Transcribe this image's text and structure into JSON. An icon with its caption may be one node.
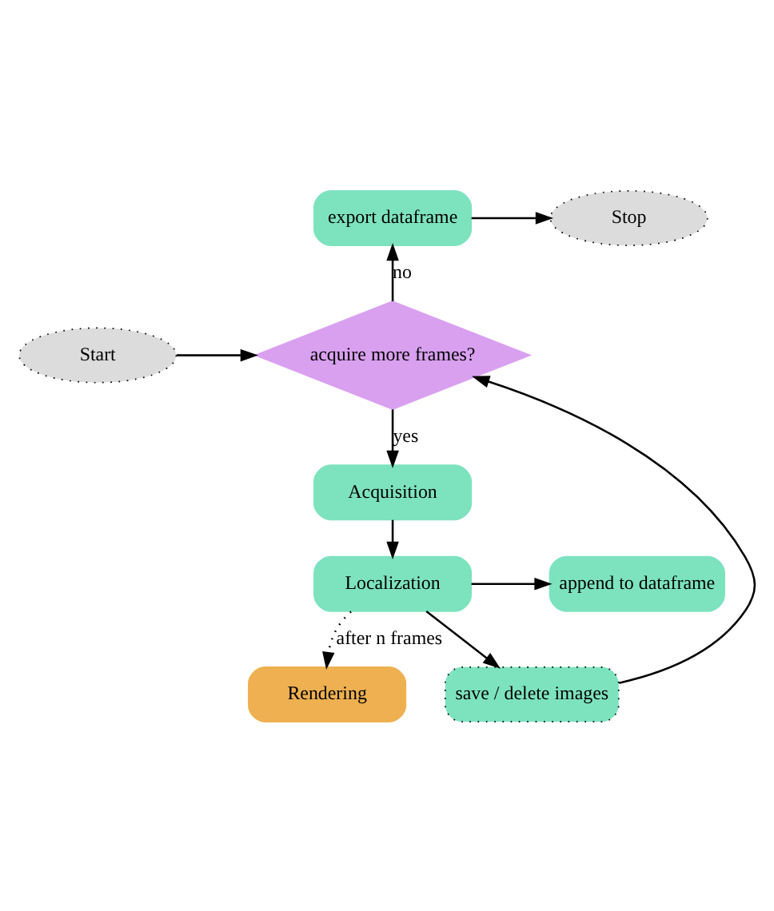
{
  "diagram": {
    "nodes": [
      {
        "text": [
          "export dataframe"
        ]
      },
      {
        "text": [
          "Stop"
        ]
      },
      {
        "text": [
          "Start"
        ]
      },
      {
        "text": [
          "acquire more frames?"
        ]
      },
      {
        "text": [
          "Acquisition"
        ]
      },
      {
        "text": [
          "append to dataframe"
        ]
      },
      {
        "text": [
          "Localization"
        ]
      },
      {
        "text": [
          "Rendering"
        ]
      },
      {
        "text": [
          "save / delete images"
        ]
      }
    ],
    "edges": [
      {
        "from": 0,
        "to": 1,
        "arrow": "to"
      },
      {
        "from": 3,
        "to": 0,
        "arrow": "to",
        "label": "no"
      },
      {
        "from": 2,
        "to": 3,
        "arrow": "to"
      },
      {
        "from": 3,
        "to": 4,
        "arrow": "to",
        "label": "yes"
      },
      {
        "from": 4,
        "to": 6,
        "arrow": "to"
      },
      {
        "from": 6,
        "to": 5,
        "arrow": "to"
      },
      {
        "from": 6,
        "to": 7,
        "arrow": "to",
        "label": "after n frames",
        "style": "dashed"
      },
      {
        "from": 6,
        "to": 8,
        "arrow": "to"
      },
      {
        "from": 8,
        "to": 3,
        "arrow": "to"
      }
    ]
  }
}
